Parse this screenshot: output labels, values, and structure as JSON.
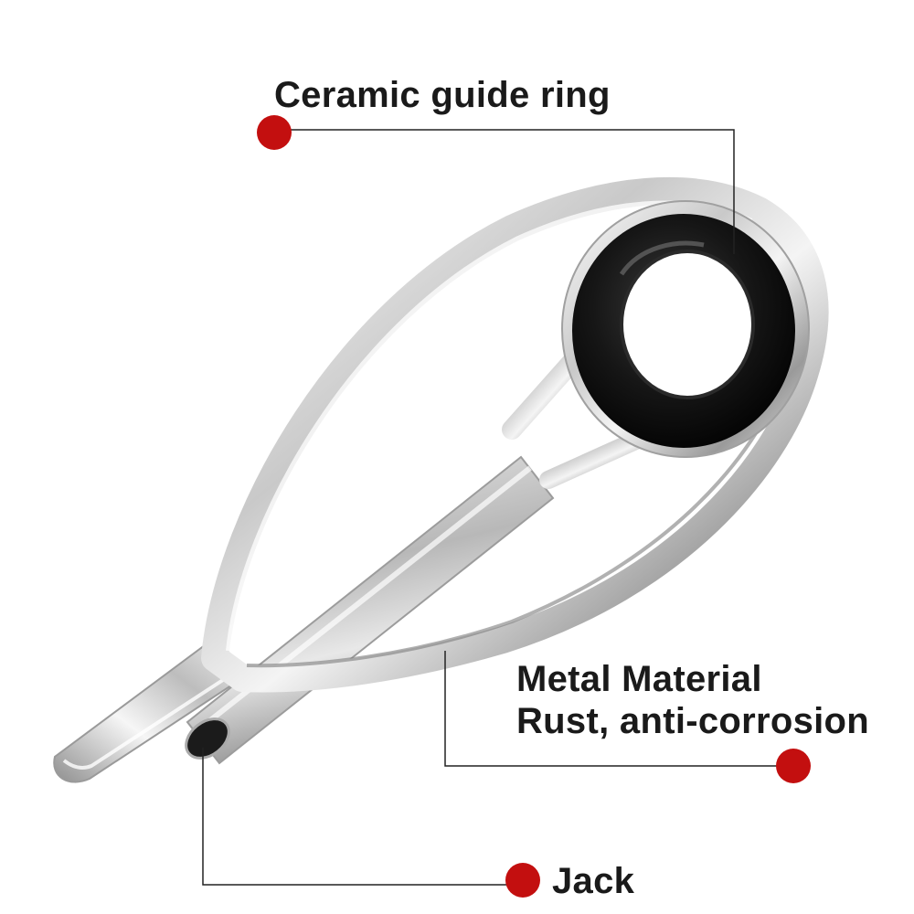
{
  "callouts": {
    "ceramic_ring": {
      "text": "Ceramic guide ring"
    },
    "metal": {
      "line1": "Metal Material",
      "line2": "Rust, anti-corrosion"
    },
    "jack": {
      "text": "Jack"
    }
  },
  "colors": {
    "marker": "#c30f0f",
    "leader_line": "#222222",
    "text": "#1a1a1a",
    "ring": "#111111",
    "chrome_light": "#f2f2f2",
    "chrome_dark": "#8a8a8a"
  }
}
